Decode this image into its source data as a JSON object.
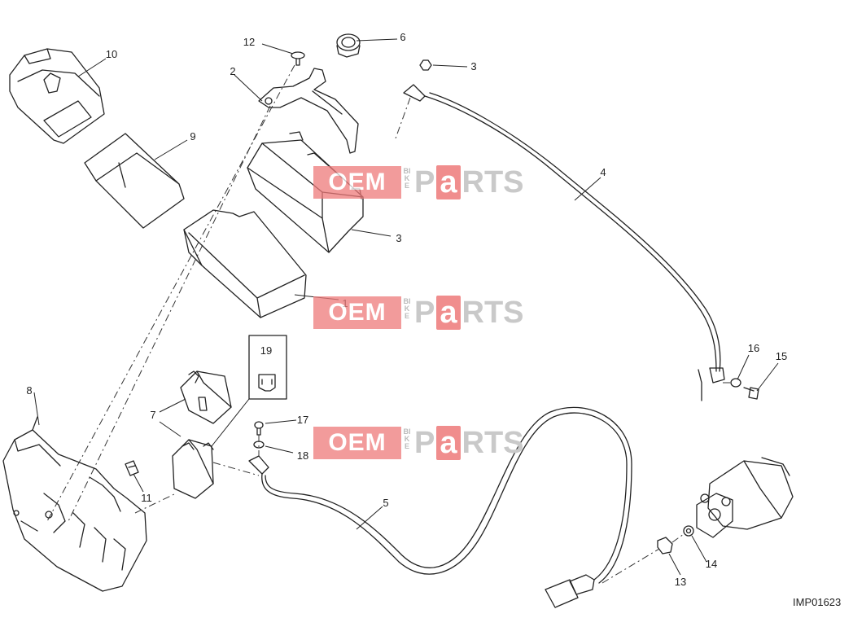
{
  "diagram": {
    "drawing_code": "IMP01623",
    "callouts": [
      "1",
      "2",
      "3",
      "3",
      "4",
      "5",
      "6",
      "7",
      "8",
      "9",
      "10",
      "11",
      "12",
      "13",
      "14",
      "15",
      "16",
      "17",
      "18",
      "19"
    ]
  },
  "watermark": {
    "left": "OEM",
    "middle": "BIKE",
    "right_a": "P",
    "right_b": "a",
    "right_c": "RTS"
  },
  "colors": {
    "line": "#222222",
    "watermark_red": "#ee7a7a",
    "watermark_grey": "#c9c9c9"
  }
}
